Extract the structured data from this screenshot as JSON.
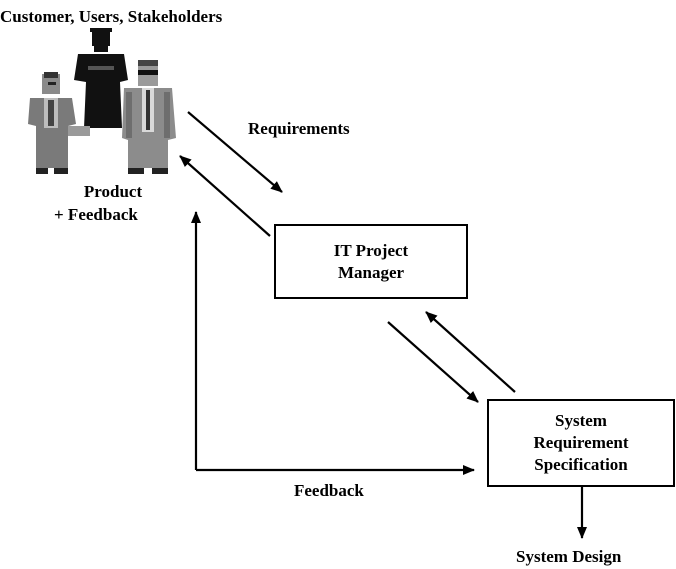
{
  "labels": {
    "stakeholders": "Customer, Users, Stakeholders",
    "requirements": "Requirements",
    "product_line1": "Product",
    "product_line2": "+ Feedback",
    "feedback": "Feedback",
    "system_design": "System Design"
  },
  "boxes": {
    "pm_line1": "IT Project",
    "pm_line2": "Manager",
    "srs_line1": "System",
    "srs_line2": "Requirement",
    "srs_line3": "Specification"
  },
  "icons": {
    "people": "stakeholders-group-icon"
  }
}
